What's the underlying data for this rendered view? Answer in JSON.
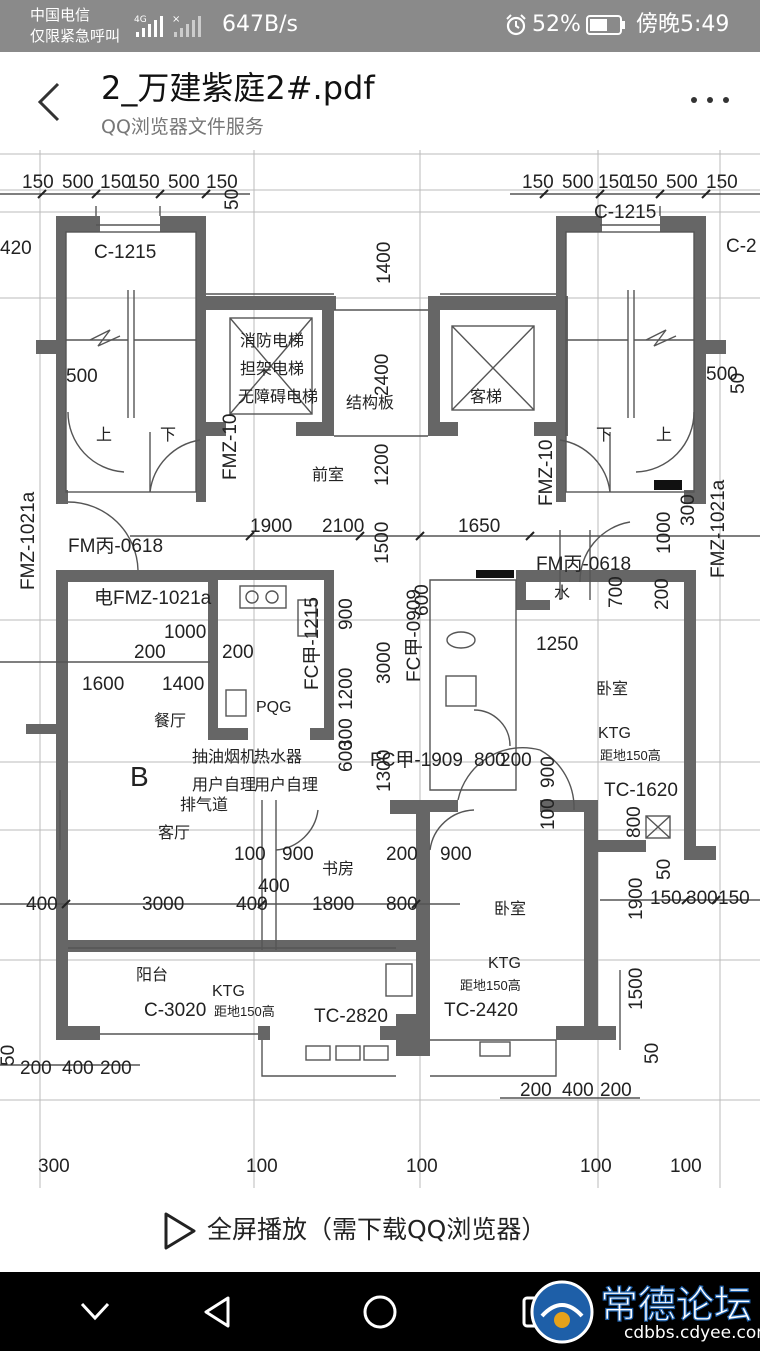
{
  "status_bar": {
    "carrier_line1": "中国电信",
    "carrier_line2": "仅限紧急呼叫",
    "network_label": "4G",
    "speed": "647B/s",
    "battery": "52%",
    "time": "傍晚5:49"
  },
  "header": {
    "title": "2_万建紫庭2#.pdf",
    "subtitle": "QQ浏览器文件服务"
  },
  "drawing": {
    "top_dims_left": [
      "150",
      "500",
      "150",
      "150",
      "500",
      "150"
    ],
    "top_dims_right": [
      "150",
      "500",
      "150",
      "150",
      "500",
      "150"
    ],
    "window_codes": [
      "C-1215",
      "C-1215",
      "C-2",
      "420",
      "C-3020",
      "TC-2820",
      "TC-2420",
      "TC-1620"
    ],
    "rooms": {
      "fire_lift": "消防电梯",
      "stretcher_lift": "担架电梯",
      "accessible_lift": "无障碍电梯",
      "passenger_lift": "客梯",
      "structure_board": "结构板",
      "lobby": "前室",
      "up": "上",
      "down": "下",
      "dining": "餐厅",
      "living": "客厅",
      "study": "书房",
      "bedroom": "卧室",
      "balcony": "阳台",
      "water": "水",
      "unit_b": "B"
    },
    "equipment": {
      "range_hood": "抽油烟机",
      "water_heater": "热水器",
      "owner_install_1": "用户自理",
      "owner_install_2": "用户自理",
      "exhaust_duct": "排气道",
      "pqg": "PQG",
      "ktg": "KTG",
      "height_150": "距地150高"
    },
    "doors": {
      "fmz_1021a": "FMZ-1021a",
      "fmz_10": "FMZ-10",
      "fm_618": "FM丙-0618",
      "elec_fmz": "电FMZ-1021a",
      "fc_1909": "FC甲-1909",
      "fc_0909": "FC甲-0909",
      "fc_1215": "FC甲-1215"
    },
    "dims": {
      "d50": "50",
      "d1400": "1400",
      "d2400": "2400",
      "d1200": "1200",
      "d500": "500",
      "d1900": "1900",
      "d2100": "2100",
      "d1500": "1500",
      "d1650": "1650",
      "d1000": "1000",
      "d300": "300",
      "d200": "200",
      "d1600": "1600",
      "d900": "900",
      "d3000": "3000",
      "d600": "600",
      "d700": "700",
      "d1250": "1250",
      "d800": "800",
      "d1300": "1300",
      "d100": "100",
      "d400": "400",
      "d1800": "1800",
      "d150": "150"
    }
  },
  "play_bar": {
    "label": "全屏播放（需下载QQ浏览器）"
  },
  "watermark": {
    "brand": "常德论坛",
    "url": "cdbbs.cdyee.com"
  },
  "colors": {
    "status_bg": "#8a8a8a",
    "wall": "#666666",
    "nav_bg": "#000000"
  }
}
